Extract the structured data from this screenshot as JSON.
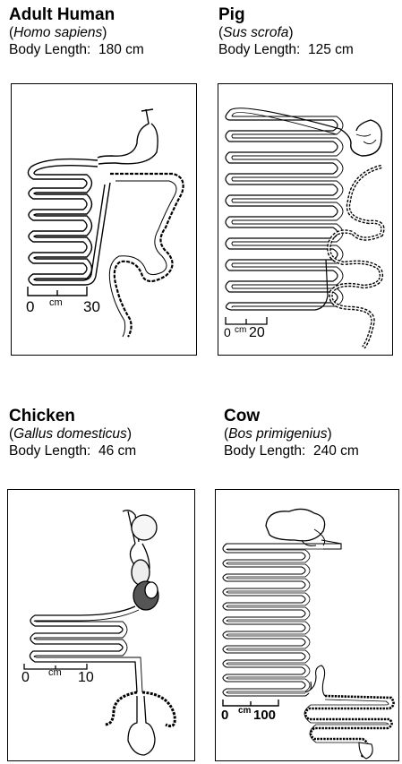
{
  "panels": [
    {
      "name": "Adult Human",
      "sci": "Homo sapiens",
      "length_label": "Body Length:",
      "length_value": "180 cm",
      "scale": {
        "start": "0",
        "unit": "cm",
        "end": "30"
      }
    },
    {
      "name": "Pig",
      "sci": "Sus scrofa",
      "length_label": "Body Length:",
      "length_value": "125 cm",
      "scale": {
        "start": "0",
        "unit": "cm",
        "end": "20"
      }
    },
    {
      "name": "Chicken",
      "sci": "Gallus domesticus",
      "length_label": "Body Length:",
      "length_value": "46 cm",
      "scale": {
        "start": "0",
        "unit": "cm",
        "end": "10"
      }
    },
    {
      "name": "Cow",
      "sci": "Bos primigenius",
      "length_label": "Body Length:",
      "length_value": "240 cm",
      "scale": {
        "start": "0",
        "unit": "cm",
        "end": "100"
      }
    }
  ]
}
